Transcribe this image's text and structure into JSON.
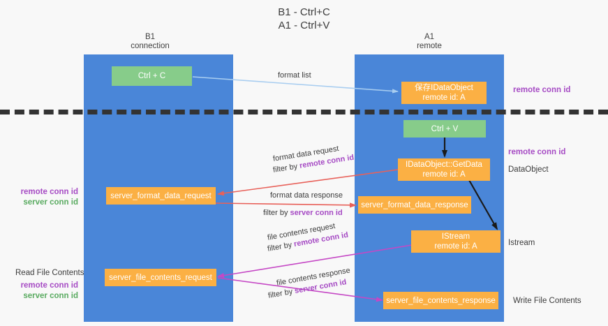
{
  "title": {
    "line1": "B1 - Ctrl+C",
    "line2": "A1 - Ctrl+V"
  },
  "colors": {
    "lane": "#4a86d8",
    "green_node": "#87cc8a",
    "orange_node": "#fbb044",
    "purple_text": "#a64bc4",
    "green_text": "#5aab61",
    "red_arrow": "#e8615a",
    "magenta_arrow": "#c548c5",
    "blue_arrow": "#a8cdf0",
    "black_arrow": "#1a1a1a",
    "background": "#f8f8f8",
    "divider": "#333333"
  },
  "lanes": [
    {
      "id": "b1",
      "title": "B1",
      "subtitle": "connection"
    },
    {
      "id": "a1",
      "title": "A1",
      "subtitle": "remote"
    }
  ],
  "nodes": [
    {
      "id": "ctrl-c",
      "label": "Ctrl + C",
      "sub": "",
      "kind": "green"
    },
    {
      "id": "save-idataobject",
      "label": "保存IDataObject",
      "sub": "remote id: A",
      "kind": "orange"
    },
    {
      "id": "ctrl-v",
      "label": "Ctrl + V",
      "sub": "",
      "kind": "green"
    },
    {
      "id": "getdata",
      "label": "IDataObject::GetData",
      "sub": "remote id: A",
      "kind": "orange"
    },
    {
      "id": "server-format-data-request",
      "label": "server_format_data_request",
      "sub": "",
      "kind": "orange"
    },
    {
      "id": "server-format-data-response",
      "label": "server_format_data_response",
      "sub": "",
      "kind": "orange"
    },
    {
      "id": "istream",
      "label": "IStream",
      "sub": "remote id: A",
      "kind": "orange"
    },
    {
      "id": "server-file-contents-request",
      "label": "server_file_contents_request",
      "sub": "",
      "kind": "orange"
    },
    {
      "id": "server-file-contents-response",
      "label": "server_file_contents_response",
      "sub": "",
      "kind": "orange"
    }
  ],
  "edge_labels": {
    "format_list": "format list",
    "format_data_request": "format data request",
    "format_data_response": "format data response",
    "file_contents_request": "file contents request",
    "file_contents_response": "file contents response",
    "filter_by": "filter by ",
    "remote_conn_id": "remote conn id",
    "server_conn_id": "server conn id"
  },
  "right_labels": {
    "remote_conn_id_top": "remote conn id",
    "remote_conn_id_mid": "remote conn id",
    "dataobject": "DataObject",
    "istream": "Istream",
    "write_file_contents": "Write File Contents"
  },
  "left_labels": {
    "remote_conn_id_mid": "remote conn id",
    "server_conn_id_mid": "server conn id",
    "read_file_contents": "Read File Contents",
    "remote_conn_id_bottom": "remote conn id",
    "server_conn_id_bottom": "server conn id"
  }
}
